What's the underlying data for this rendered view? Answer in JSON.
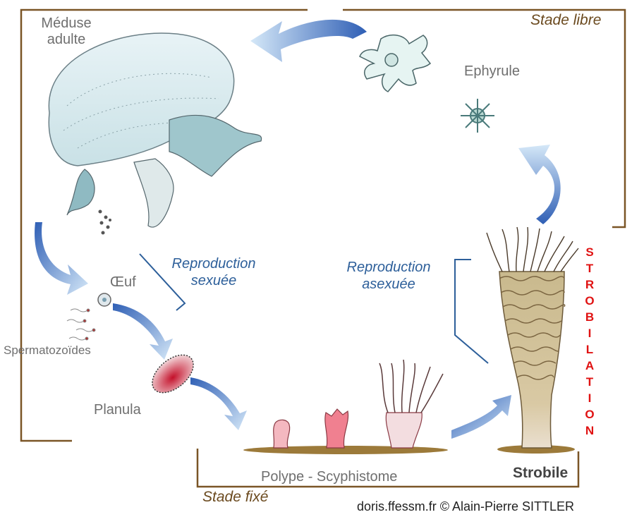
{
  "stages": {
    "libre": "Stade libre",
    "fixe": "Stade fixé"
  },
  "labels": {
    "meduse_line1": "Méduse",
    "meduse_line2": "adulte",
    "ephyrule": "Ephyrule",
    "oeuf": "Œuf",
    "spermatozoides": "Spermatozoïdes",
    "planula": "Planula",
    "polype": "Polype - Scyphistome",
    "strobile": "Strobile"
  },
  "reproduction": {
    "sexuee_line1": "Reproduction",
    "sexuee_line2": "sexuée",
    "asexuee_line1": "Reproduction",
    "asexuee_line2": "asexuée"
  },
  "strobilation": [
    "S",
    "T",
    "R",
    "O",
    "B",
    "I",
    "L",
    "A",
    "T",
    "I",
    "O",
    "N"
  ],
  "credit": "doris.ffessm.fr  ©  Alain-Pierre SITTLER",
  "colors": {
    "frame": "#7a5526",
    "stage_text": "#6b4a1f",
    "reproduction_text": "#2d5f9a",
    "strobilation": "#e01212",
    "arrow_dark": "#2f5fb5",
    "arrow_light": "#cfe3f7"
  }
}
